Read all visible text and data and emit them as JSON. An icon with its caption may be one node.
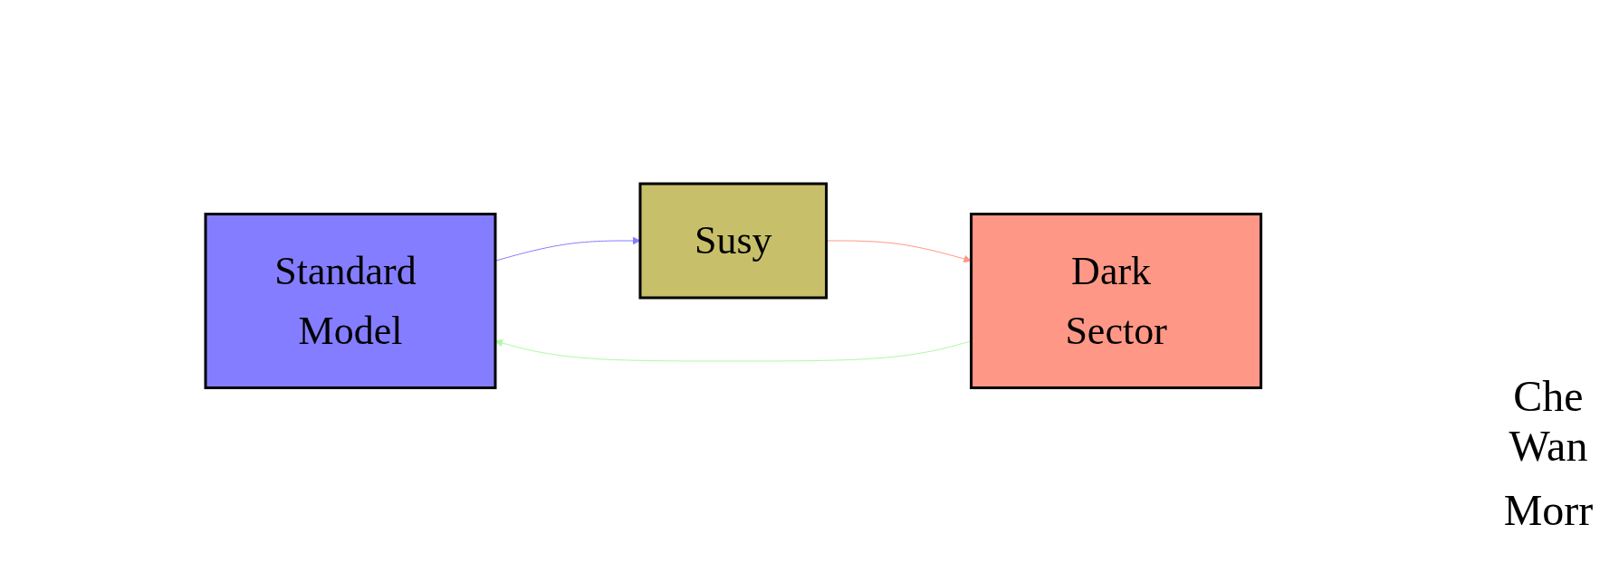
{
  "diagram": {
    "nodes": [
      {
        "text": [
          "Standard Model"
        ]
      },
      {
        "text": [
          "Dark Sector"
        ]
      },
      {
        "text": [
          "Susy"
        ]
      }
    ],
    "edges": [
      {
        "from": 1,
        "to": 0,
        "arrow": "to",
        "color": "#aefaa3"
      },
      {
        "from": 0,
        "to": 2,
        "arrow": "to",
        "color": "#857dff"
      },
      {
        "from": 2,
        "to": 1,
        "arrow": "to",
        "color": "#ff9786"
      }
    ],
    "labels": [
      "Che Wan",
      "Morr"
    ]
  }
}
